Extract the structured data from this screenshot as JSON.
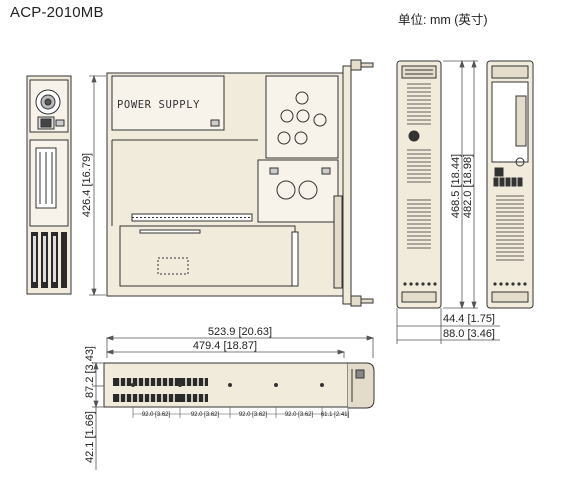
{
  "title": "ACP-2010MB",
  "units_label": "单位: mm (英寸)",
  "labels": {
    "power_supply": "POWER SUPPLY",
    "depth": "426.4 [16.79]",
    "width_with_ears": "468.5 [18.44]",
    "width_with_handles": "482.0 [18.98]",
    "height_small": "44.4 [1.75]",
    "height_total": "88.0 [3.46]",
    "length_total": "523.9 [20.63]",
    "length_body": "479.4 [18.87]",
    "side_height": "87.2 [3.43]",
    "mount_offset": "42.1 [1.66]"
  },
  "hole_spacing": [
    "92.0 [3.62]",
    "92.0 [3.62]",
    "92.0 [3.62]",
    "92.0 [3.62]",
    "61.1 [2.41]"
  ],
  "colors": {
    "body_fill": "#f1ebdc",
    "line": "#333333",
    "dim_line": "#555555",
    "dark": "#2a2a2a"
  }
}
